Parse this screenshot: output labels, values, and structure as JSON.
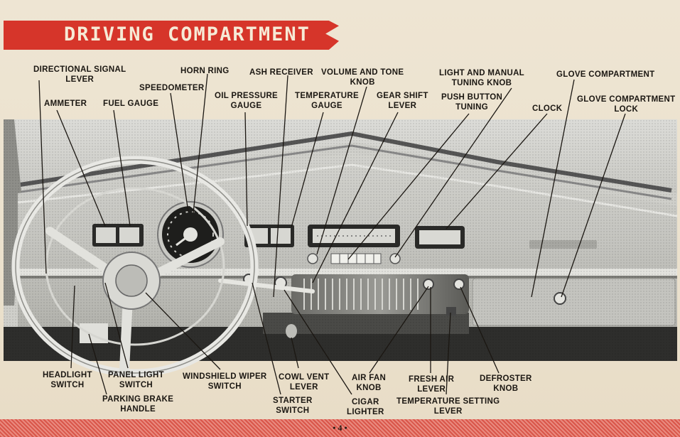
{
  "title": "DRIVING COMPARTMENT",
  "page_number": "• 4 •",
  "labels": {
    "directional_signal_lever": "DIRECTIONAL SIGNAL\nLEVER",
    "horn_ring": "HORN RING",
    "ash_receiver": "ASH RECEIVER",
    "volume_tone_knob": "VOLUME AND TONE\nKNOB",
    "light_manual_tuning_knob": "LIGHT AND MANUAL\nTUNING KNOB",
    "glove_compartment": "GLOVE COMPARTMENT",
    "ammeter": "AMMETER",
    "fuel_gauge": "FUEL GAUGE",
    "speedometer": "SPEEDOMETER",
    "oil_pressure_gauge": "OIL PRESSURE\nGAUGE",
    "temperature_gauge": "TEMPERATURE\nGAUGE",
    "gear_shift_lever": "GEAR SHIFT\nLEVER",
    "push_button_tuning": "PUSH BUTTON\nTUNING",
    "clock": "CLOCK",
    "glove_compartment_lock": "GLOVE COMPARTMENT\nLOCK",
    "headlight_switch": "HEADLIGHT\nSWITCH",
    "panel_light_switch": "PANEL LIGHT\nSWITCH",
    "parking_brake_handle": "PARKING BRAKE\nHANDLE",
    "windshield_wiper_switch": "WINDSHIELD WIPER\nSWITCH",
    "starter_switch": "STARTER\nSWITCH",
    "cowl_vent_lever": "COWL VENT\nLEVER",
    "cigar_lighter": "CIGAR\nLIGHTER",
    "air_fan_knob": "AIR FAN\nKNOB",
    "fresh_air_lever": "FRESH AIR\nLEVER",
    "temperature_setting_lever": "TEMPERATURE SETTING\nLEVER",
    "defroster_knob": "DEFROSTER\nKNOB"
  },
  "colors": {
    "banner": "#d6352a",
    "paper": "#ede3d0",
    "ink": "#1b1712",
    "bottom_bar": "#d9564a"
  }
}
